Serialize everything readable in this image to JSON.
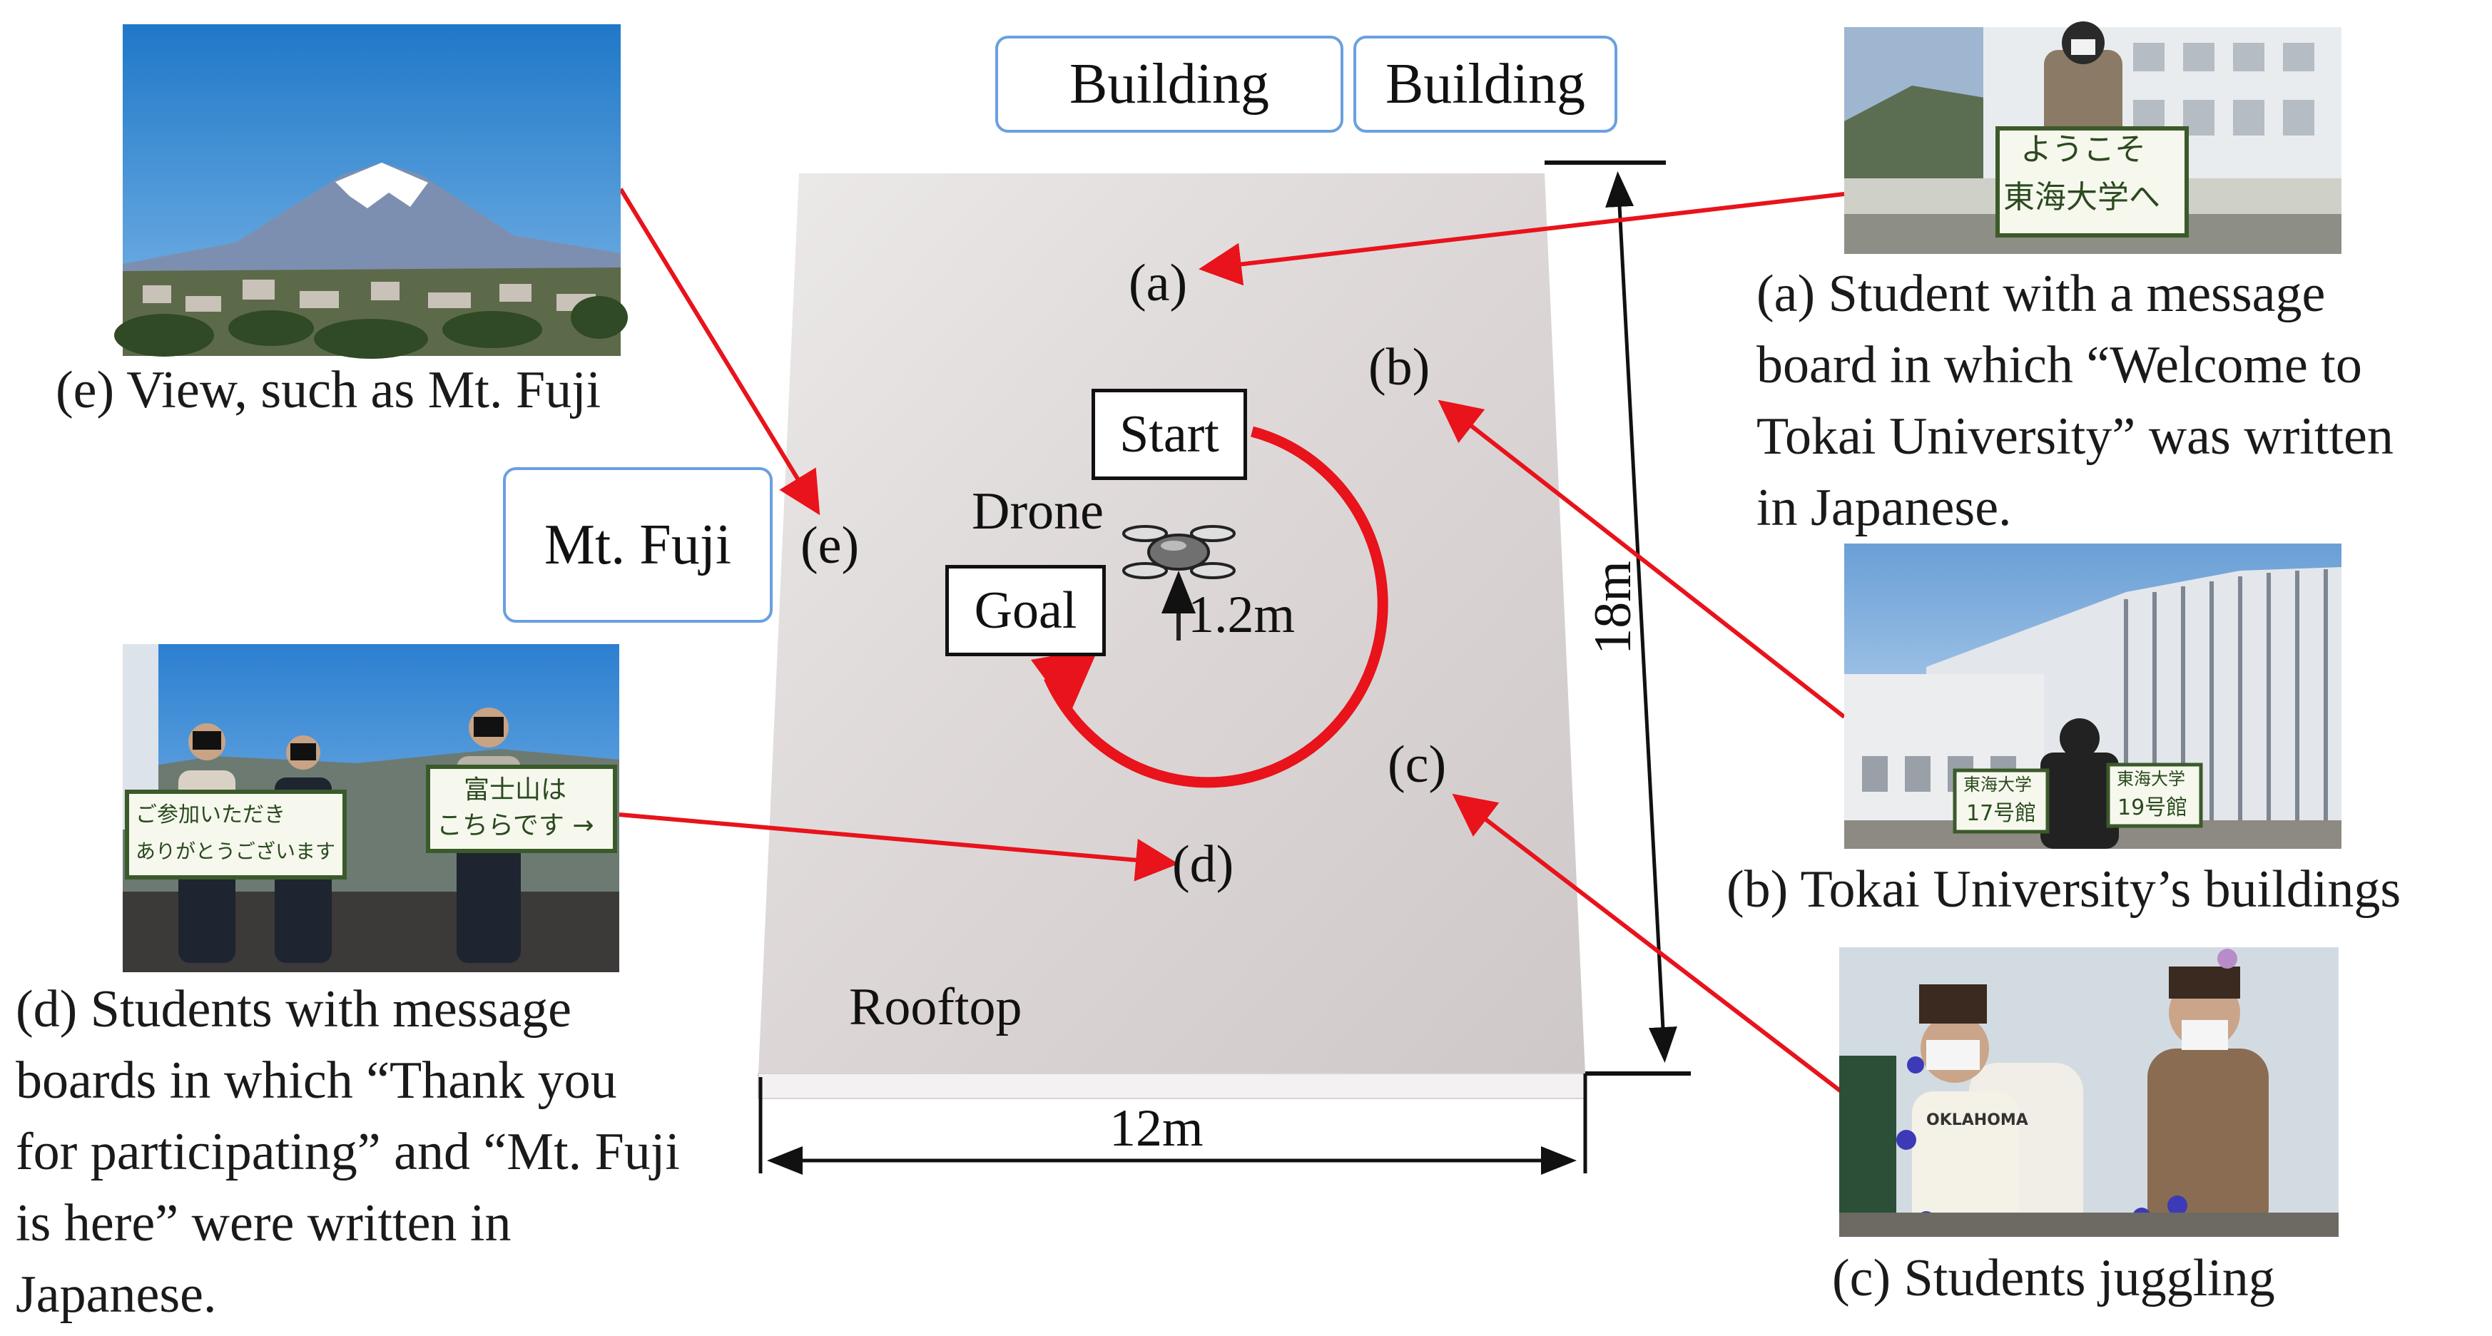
{
  "diagram": {
    "buildings": [
      "Building",
      "Building"
    ],
    "mt_fuji_box": "Mt. Fuji",
    "rooftop": "Rooftop",
    "drone": "Drone",
    "start": "Start",
    "goal": "Goal",
    "height": "1.2m",
    "width_dim": "12m",
    "depth_dim": "18m",
    "points": {
      "a": "(a)",
      "b": "(b)",
      "c": "(c)",
      "d": "(d)",
      "e": "(e)"
    }
  },
  "photos": {
    "e": {
      "caption": "(e) View, such as Mt. Fuji"
    },
    "a": {
      "caption": [
        "(a) Student with a message",
        "board in which “Welcome to",
        "Tokai University” was written",
        "in Japanese."
      ],
      "sign": [
        "ようこそ",
        "東海大学へ"
      ]
    },
    "b": {
      "caption": "(b) Tokai University’s buildings",
      "signs": [
        "東海大学",
        "17号館",
        "東海大学",
        "19号館"
      ]
    },
    "c": {
      "caption": "(c) Students juggling",
      "shirt_text": "OKLAHOMA"
    },
    "d": {
      "caption": [
        "(d) Students with message",
        "boards in which “Thank you",
        "for participating” and “Mt. Fuji",
        "is here” were written in",
        "Japanese."
      ],
      "signs": [
        "ご参加いただき",
        "ありがとうございます",
        "富士山は",
        "こちらです →"
      ]
    }
  },
  "colors": {
    "arrow": "#e8131b",
    "box_border": "#6aa0e0",
    "rooftop": "#dcd6d6"
  }
}
